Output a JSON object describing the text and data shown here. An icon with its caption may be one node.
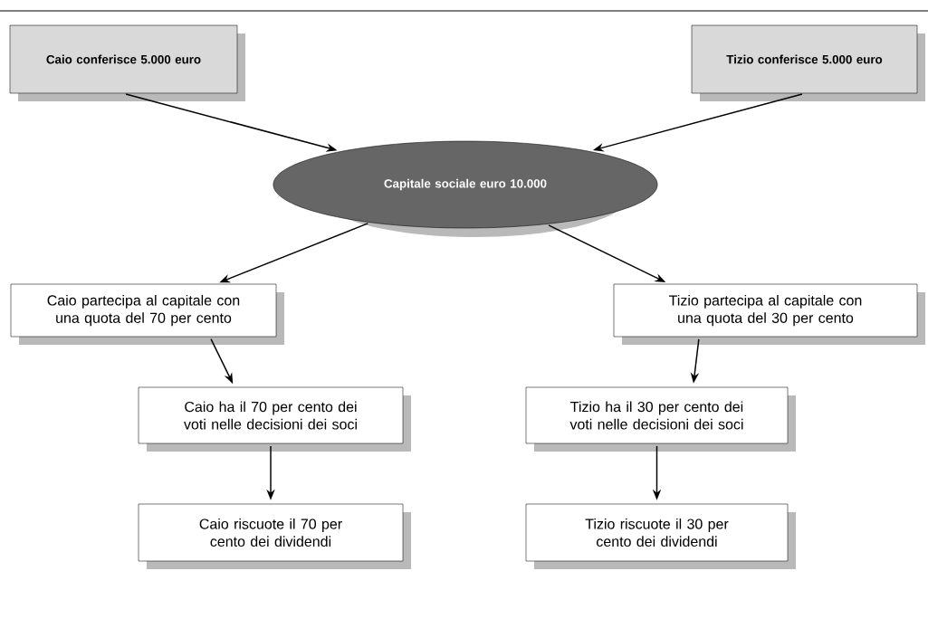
{
  "diagram": {
    "nodes": [
      {
        "text": [
          "Caio conferisce 5.000 euro"
        ]
      },
      {
        "text": [
          "Tizio conferisce 5.000 euro"
        ]
      },
      {
        "text": [
          "Capitale sociale euro 10.000"
        ]
      },
      {
        "text": [
          "Caio partecipa al capitale con una quota del 70 per cento"
        ]
      },
      {
        "text": [
          "Tizio partecipa al capitale con una quota del 30 per cento"
        ]
      },
      {
        "text": [
          "Caio ha il 70 per cento dei voti nelle decisioni dei soci"
        ]
      },
      {
        "text": [
          "Tizio ha il 30 per cento dei voti nelle decisioni dei soci"
        ]
      },
      {
        "text": [
          "Caio riscuote il 70 per cento dei dividendi"
        ]
      },
      {
        "text": [
          "Tizio riscuote il 30 per cento dei dividendi"
        ]
      }
    ],
    "edges": [
      {
        "from": 0,
        "to": 2,
        "arrow": "to"
      },
      {
        "from": 1,
        "to": 2,
        "arrow": "to"
      },
      {
        "from": 2,
        "to": 3,
        "arrow": "to"
      },
      {
        "from": 2,
        "to": 4,
        "arrow": "to"
      },
      {
        "from": 3,
        "to": 5,
        "arrow": "to"
      },
      {
        "from": 4,
        "to": 6,
        "arrow": "to"
      },
      {
        "from": 5,
        "to": 7,
        "arrow": "to"
      },
      {
        "from": 6,
        "to": 8,
        "arrow": "to"
      }
    ]
  }
}
